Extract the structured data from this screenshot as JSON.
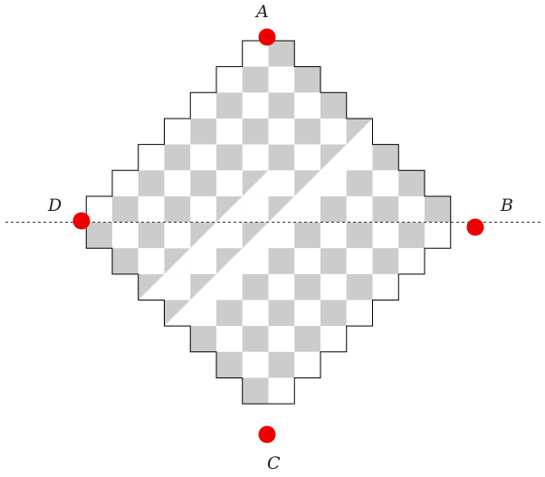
{
  "diagram": {
    "labels": {
      "A": "A",
      "B": "B",
      "C": "C",
      "D": "D"
    },
    "grid": {
      "rows": [
        [
          9,
          10
        ],
        [
          8,
          11
        ],
        [
          7,
          12
        ],
        [
          6,
          13
        ],
        [
          5,
          14
        ],
        [
          4,
          15
        ],
        [
          3,
          16
        ],
        [
          3,
          16
        ],
        [
          4,
          15
        ],
        [
          5,
          14
        ],
        [
          6,
          13
        ],
        [
          7,
          12
        ],
        [
          8,
          11
        ],
        [
          9,
          10
        ]
      ],
      "shading": "checkerboard"
    },
    "diagonal_cuts": [
      {
        "from_corner": "bottom-left",
        "to_corner": "top-right",
        "start": [
          5,
          9
        ],
        "length": 5
      },
      {
        "from_corner": "bottom-left",
        "to_corner": "top-right",
        "start": [
          4,
          12
        ],
        "length": 9
      },
      {
        "from_corner": "bottom-left",
        "to_corner": "top-right",
        "start": [
          2,
          14
        ],
        "length": 13
      },
      {
        "from_corner": "bottom-left",
        "to_corner": "top-right",
        "start": [
          1,
          12
        ],
        "length": 9
      }
    ],
    "guide_line": {
      "style": "dotted",
      "through": [
        "D",
        "B"
      ]
    },
    "colors": {
      "shaded": "#cccccc",
      "unshaded": "#ffffff",
      "outline": "#000000",
      "marker": "#ee0000",
      "guide": "#333333"
    }
  }
}
